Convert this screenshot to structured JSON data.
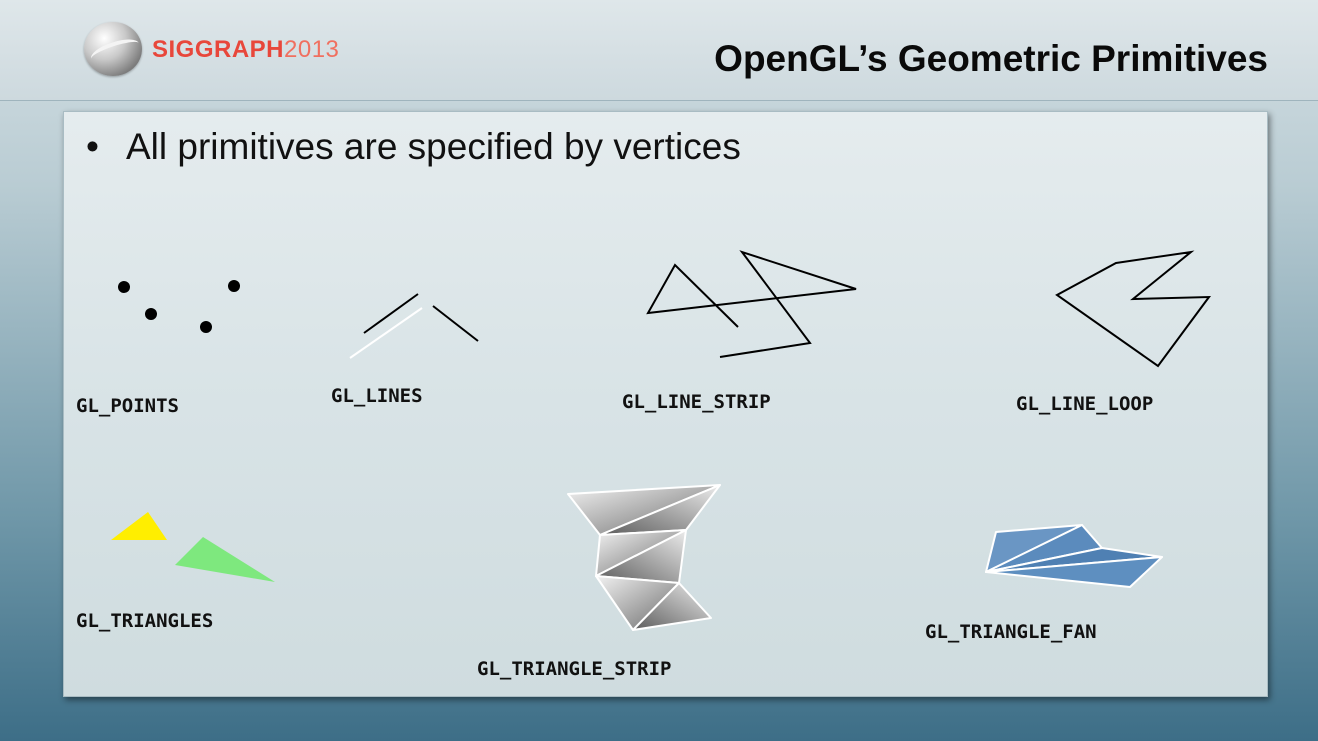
{
  "header": {
    "logo_name": "SIGGRAPH",
    "logo_year": "2013",
    "title": "OpenGL’s Geometric Primitives"
  },
  "bullet": {
    "marker": "•",
    "text": "All primitives are specified by vertices"
  },
  "primitives": {
    "points": "GL_POINTS",
    "lines": "GL_LINES",
    "line_strip": "GL_LINE_STRIP",
    "line_loop": "GL_LINE_LOOP",
    "triangles": "GL_TRIANGLES",
    "triangle_strip": "GL_TRIANGLE_STRIP",
    "triangle_fan": "GL_TRIANGLE_FAN"
  },
  "colors": {
    "logo_red": "#e8473b",
    "triangle_yellow": "#ffee00",
    "triangle_green": "#7ee87e",
    "fan_blue": "#5b8bbd"
  }
}
